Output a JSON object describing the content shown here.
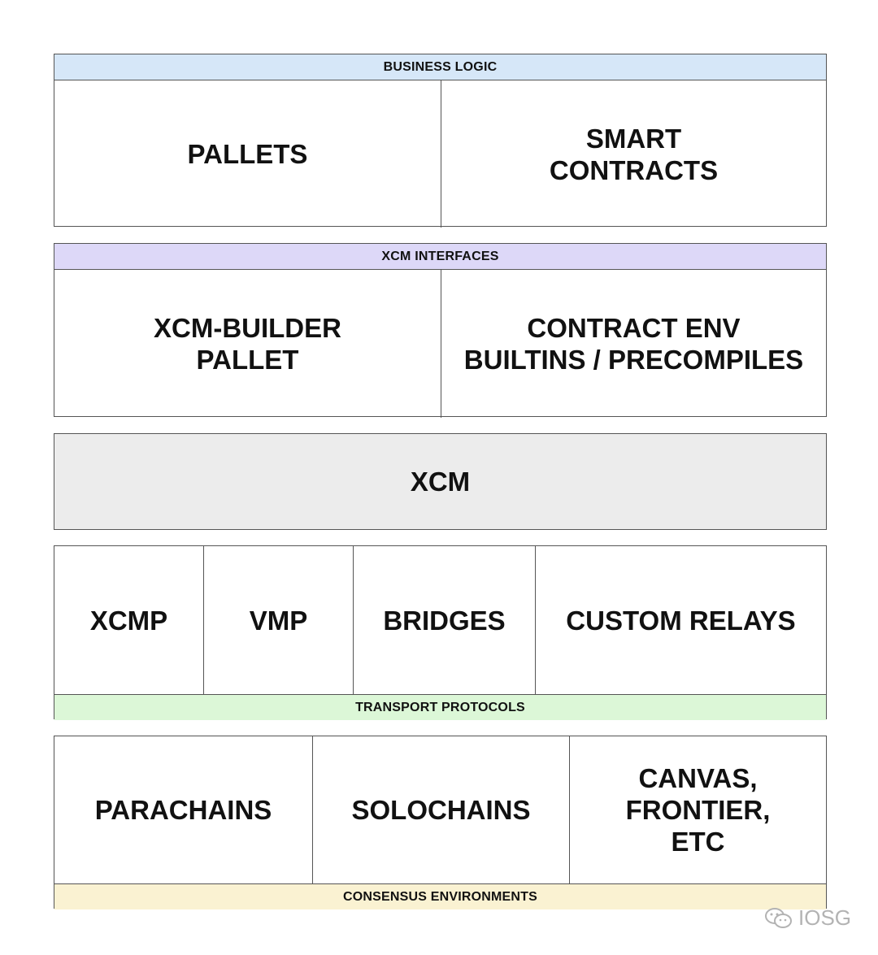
{
  "business_logic": {
    "header": "BUSINESS LOGIC",
    "cells": [
      "PALLETS",
      "SMART\nCONTRACTS"
    ],
    "color": "#d6e7f8"
  },
  "xcm_interfaces": {
    "header": "XCM INTERFACES",
    "cells": [
      "XCM-BUILDER\nPALLET",
      "CONTRACT ENV\nBUILTINS / PRECOMPILES"
    ],
    "color": "#ddd8f8"
  },
  "xcm": {
    "label": "XCM",
    "color": "#ececec"
  },
  "transport_protocols": {
    "header": "TRANSPORT PROTOCOLS",
    "cells": [
      "XCMP",
      "VMP",
      "BRIDGES",
      "CUSTOM RELAYS"
    ],
    "color": "#dcf7d7"
  },
  "consensus_environments": {
    "header": "CONSENSUS ENVIRONMENTS",
    "cells": [
      "PARACHAINS",
      "SOLOCHAINS",
      "CANVAS,\nFRONTIER,\nETC"
    ],
    "color": "#faf2d2"
  },
  "watermark": {
    "icon": "wechat-icon",
    "text": "IOSG"
  }
}
